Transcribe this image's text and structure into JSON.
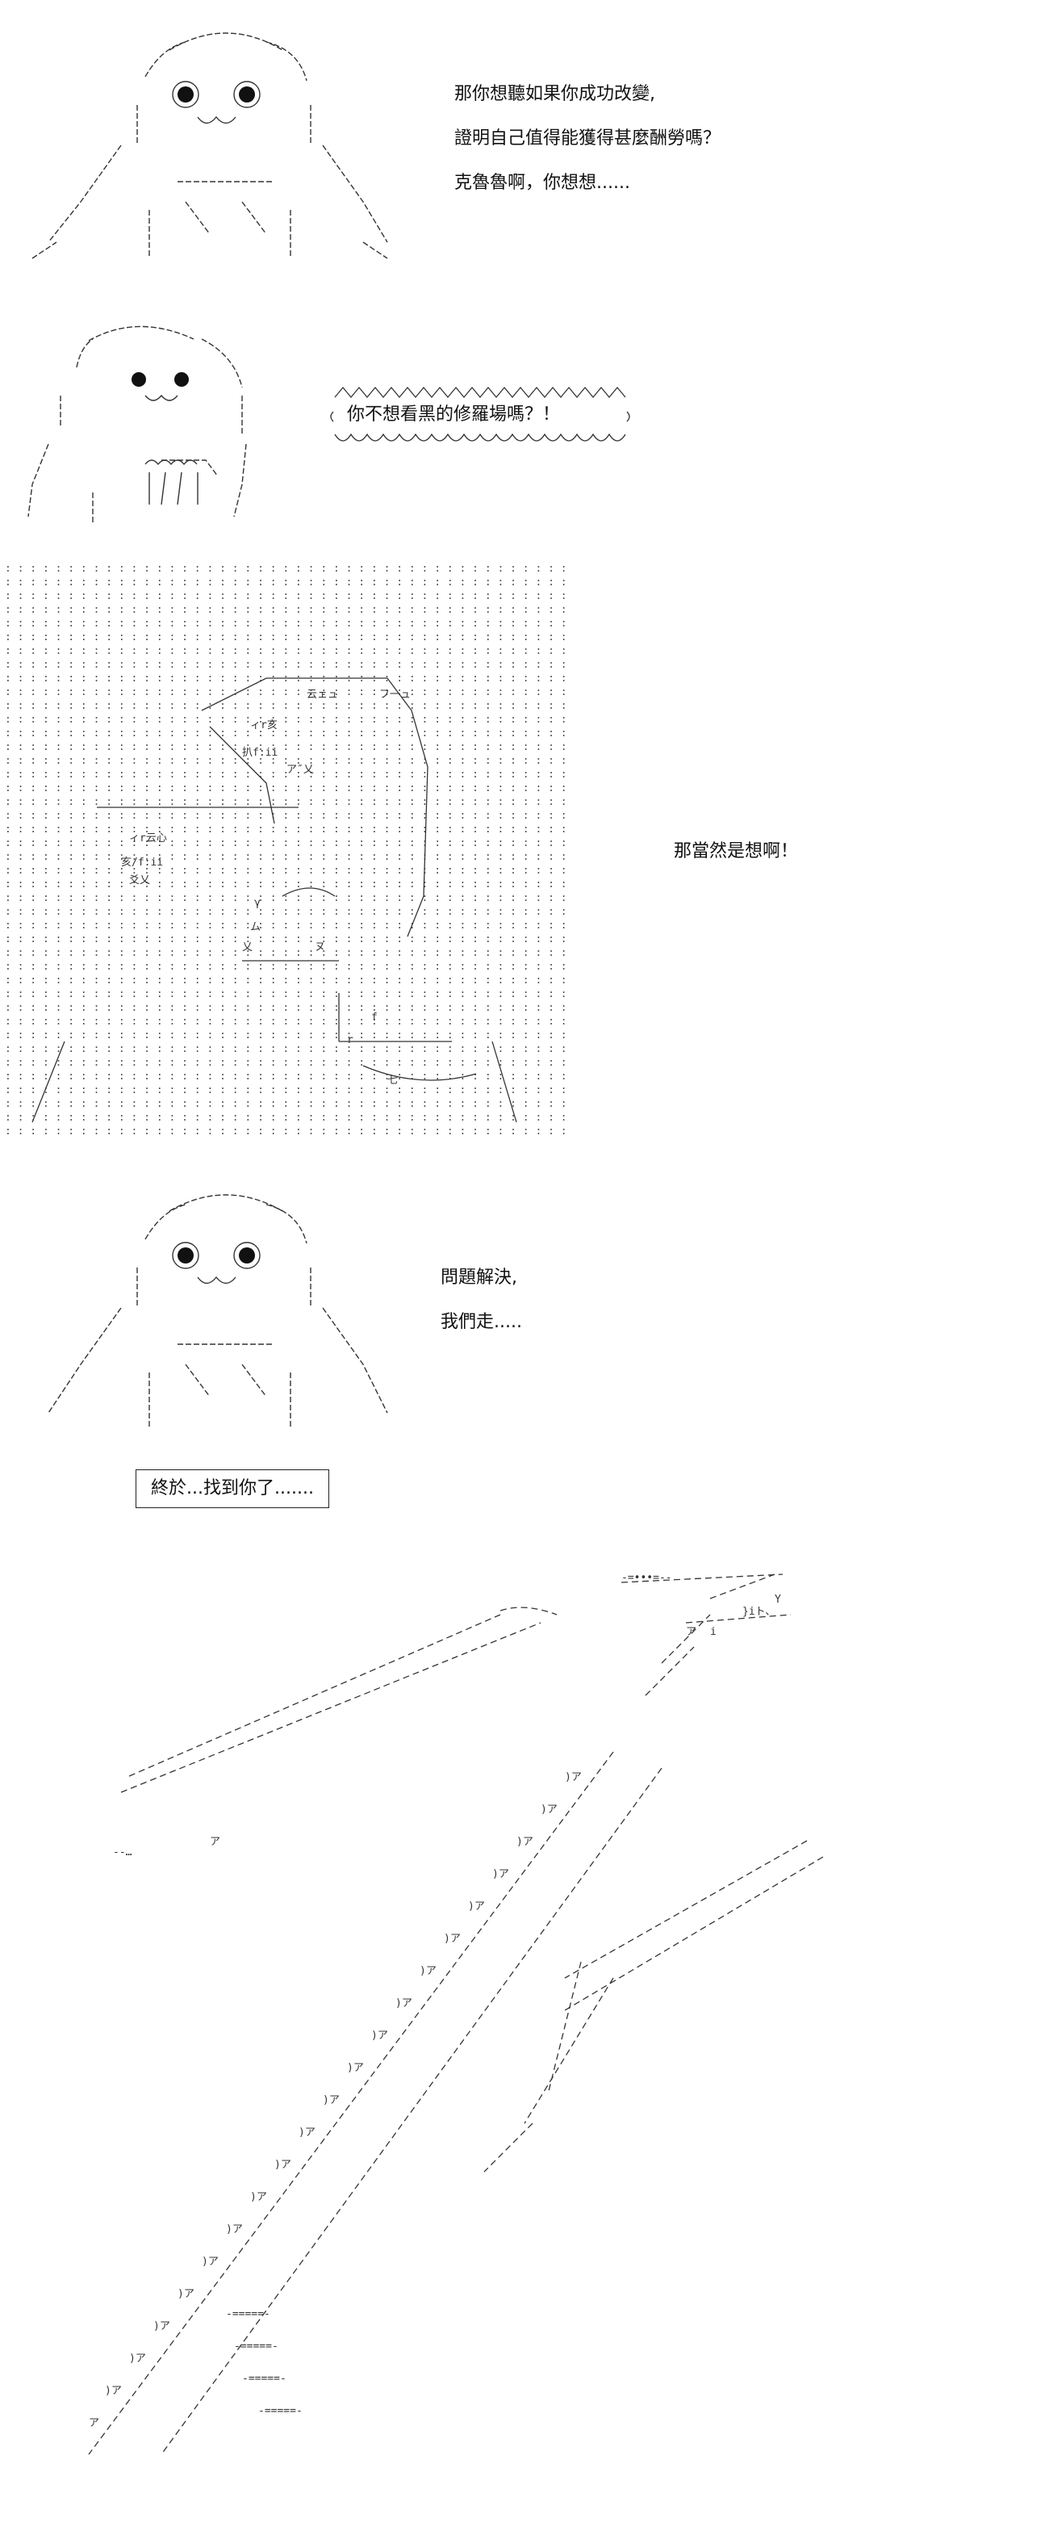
{
  "panel1": {
    "lines": [
      "那你想聽如果你成功改變,",
      "證明自己值得能獲得甚麼酬勞嗎？",
      "克魯魯啊，你想想......"
    ]
  },
  "panel2": {
    "shout": "你不想看黑的修羅場嗎？！"
  },
  "panel3": {
    "reply": "那當然是想啊！",
    "art_labels": [
      "云ェュ",
      "フ一ュ",
      "ィr亥",
      "扒f:ii",
      "ア″乂",
      "ィr云心",
      "亥/f:ii",
      "爻乂",
      "ム",
      "乂",
      "ヌ",
      "γ",
      "f",
      "r",
      "七"
    ]
  },
  "panel4": {
    "lines": [
      "問題解決,",
      "我們走....."
    ]
  },
  "panel5": {
    "caption": "終於...找到你了......."
  }
}
